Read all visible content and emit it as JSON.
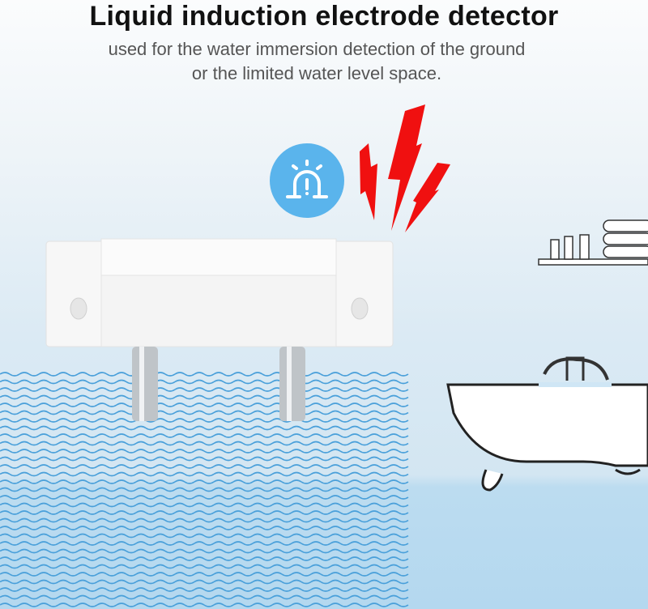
{
  "header": {
    "title": "Liquid induction electrode detector",
    "subtitle_line1": "used for the water immersion detection of the ground",
    "subtitle_line2": "or the limited water level space."
  },
  "icons": [
    "alarm-light-icon",
    "lightning-bolt-icon",
    "bathtub-icon",
    "towel-shelf-icon"
  ],
  "colors": {
    "alarm_circle": "#5ab4ec",
    "bolt": "#f01010",
    "waves": "#4aa0da",
    "floor": "#b4d8ef"
  }
}
